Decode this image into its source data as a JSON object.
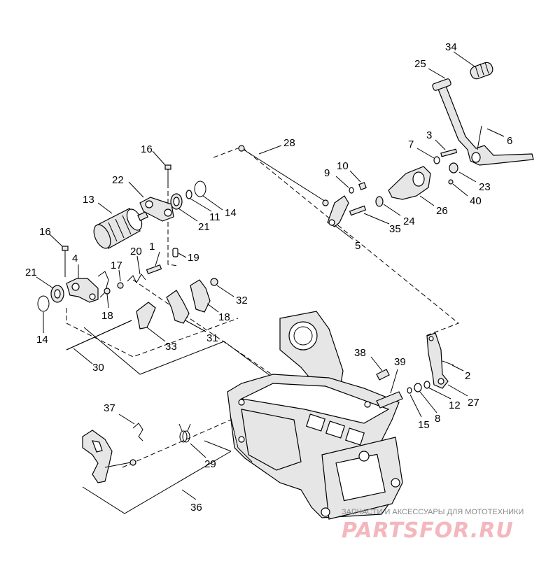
{
  "diagram": {
    "callouts": [
      "34",
      "25",
      "3",
      "6",
      "7",
      "28",
      "10",
      "9",
      "23",
      "40",
      "26",
      "35",
      "24",
      "5",
      "16",
      "22",
      "13",
      "14",
      "11",
      "21",
      "1",
      "19",
      "20",
      "17",
      "4",
      "32",
      "18",
      "33",
      "31",
      "30",
      "38",
      "39",
      "2",
      "27",
      "12",
      "8",
      "15",
      "37",
      "29",
      "36"
    ]
  },
  "watermark": {
    "caption": "ЗАПЧАСТИ И АКСЕССУАРЫ ДЛЯ МОТОТЕХНИКИ",
    "logo": "PARTSFOR.RU"
  },
  "colors": {
    "line": "#000000",
    "part_fill": "#e6e6e6",
    "watermark_caption": "#8a8a8a",
    "watermark_logo": "#f4b7be"
  }
}
